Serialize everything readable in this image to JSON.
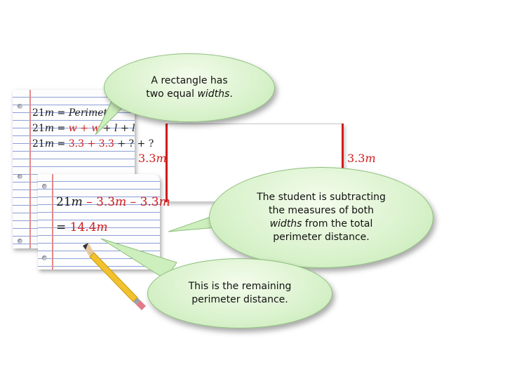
{
  "back_paper": {
    "line1": {
      "num": "21",
      "var": "m",
      "eq": " = ",
      "word": "Perimeter"
    },
    "line2": {
      "num": "21",
      "var": "m",
      "eq": " = ",
      "w1": "w",
      "plus1": " + ",
      "w2": "w",
      "plus2": " + ",
      "l1": "l",
      "plus3": " + ",
      "l2": "l"
    },
    "line3": {
      "num": "21",
      "var": "m",
      "eq": " = ",
      "v1": "3.3",
      "plus1": " + ",
      "v2": "3.3",
      "rest": " + ? + ?"
    }
  },
  "front_paper": {
    "line1": {
      "num": "21",
      "var": "m",
      "op1": " – ",
      "v1": "3.3",
      "var1": "m",
      "op2": " – ",
      "v2": "3.3",
      "var2": "m"
    },
    "line2": {
      "eq": "= ",
      "value": "14.4",
      "var": "m"
    }
  },
  "rectangle": {
    "left_label": {
      "value": "3.3",
      "unit": "m"
    },
    "right_label": {
      "value": "3.3",
      "unit": "m"
    }
  },
  "bubbles": {
    "top": {
      "line1": "A rectangle has",
      "line2_pre": "two equal ",
      "line2_em": "widths",
      "line2_post": "."
    },
    "right": {
      "line1": "The student is subtracting",
      "line2": "the measures of both",
      "line3_em": "widths",
      "line3_post": " from the total",
      "line4": "perimeter distance."
    },
    "bottom": {
      "line1": "This is the remaining",
      "line2": "perimeter distance."
    }
  },
  "colors": {
    "accent_red": "#d21b1b",
    "bubble_fill": "#d9f2cc",
    "paper_line": "#8d9fd6",
    "pencil": "#f2c12e"
  },
  "icons": {
    "pencil": "pencil-icon"
  }
}
